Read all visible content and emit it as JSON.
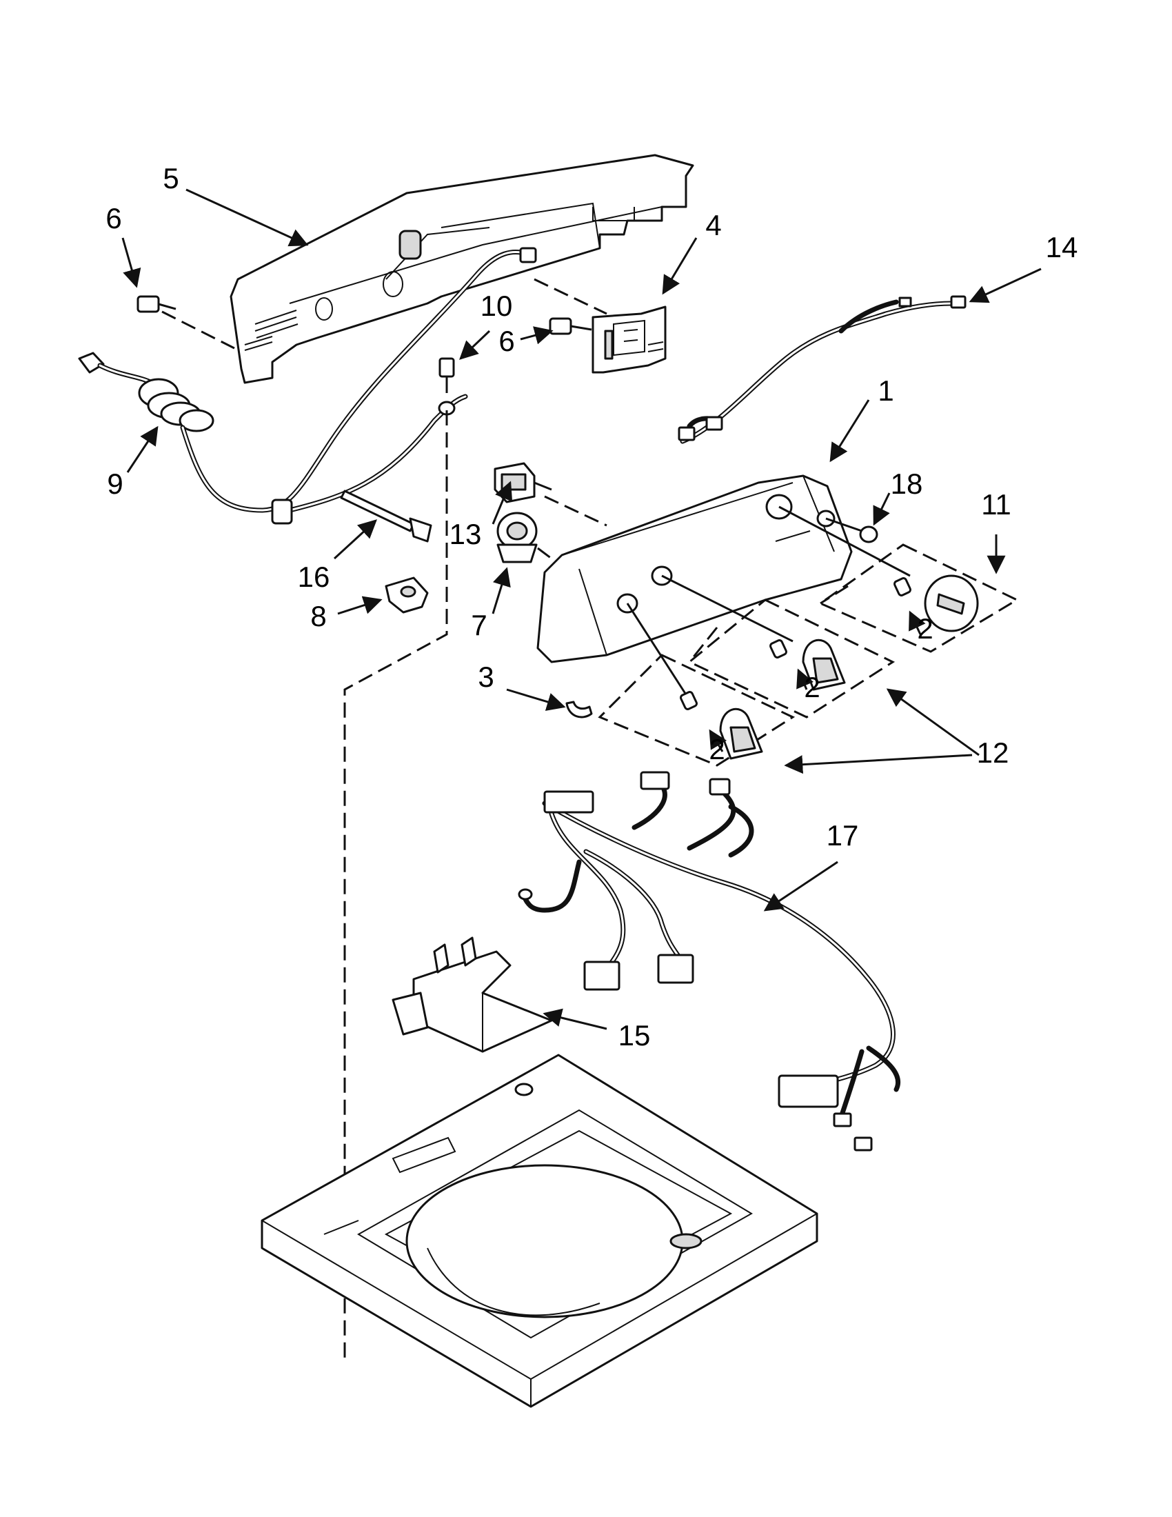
{
  "callouts": [
    {
      "id": "1",
      "text": "1"
    },
    {
      "id": "2a",
      "text": "2"
    },
    {
      "id": "2b",
      "text": "2"
    },
    {
      "id": "2c",
      "text": "2"
    },
    {
      "id": "3",
      "text": "3"
    },
    {
      "id": "4",
      "text": "4"
    },
    {
      "id": "5",
      "text": "5"
    },
    {
      "id": "6a",
      "text": "6"
    },
    {
      "id": "6b",
      "text": "6"
    },
    {
      "id": "7",
      "text": "7"
    },
    {
      "id": "8",
      "text": "8"
    },
    {
      "id": "9",
      "text": "9"
    },
    {
      "id": "10",
      "text": "10"
    },
    {
      "id": "11",
      "text": "11"
    },
    {
      "id": "12",
      "text": "12"
    },
    {
      "id": "13",
      "text": "13"
    },
    {
      "id": "14",
      "text": "14"
    },
    {
      "id": "15",
      "text": "15"
    },
    {
      "id": "16",
      "text": "16"
    },
    {
      "id": "17",
      "text": "17"
    },
    {
      "id": "18",
      "text": "18"
    }
  ]
}
